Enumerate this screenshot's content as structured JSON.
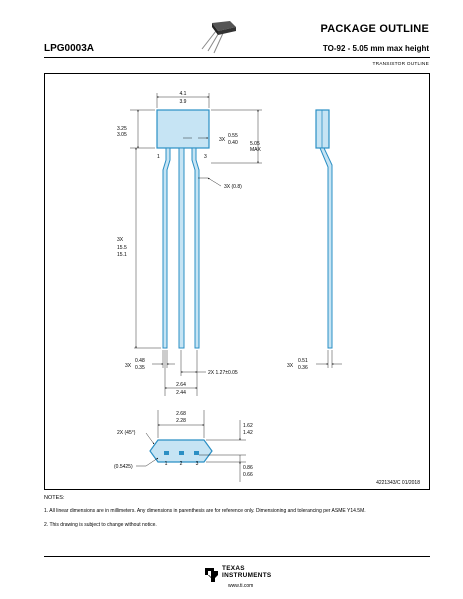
{
  "header": {
    "title": "PACKAGE OUTLINE",
    "code": "LPG0003A",
    "subtitle": "TO-92 - 5.05 mm max height",
    "package_type": "TRANSISTOR OUTLINE"
  },
  "drawing": {
    "front": {
      "width_max": "4.1",
      "width_min": "3.9",
      "body_h_max": "3.25",
      "body_h_min": "3.05",
      "lead_top_prefix": "3X",
      "lead_top_max": "0.55",
      "lead_top_min": "0.40",
      "height_max": "5.05",
      "height_label": "MAX",
      "pin1": "1",
      "pin3": "3",
      "lead_bend": "3X (0.8)",
      "lead_len_prefix": "3X",
      "lead_len_nom": "15.5",
      "lead_len_min": "15.1",
      "lead_w_prefix": "3X",
      "lead_w_max": "0.48",
      "lead_w_min": "0.35",
      "pitch": "2X 1.27±0.05",
      "span_max": "2.64",
      "span_min": "2.44"
    },
    "side": {
      "lead_t_prefix": "3X",
      "lead_t_max": "0.51",
      "lead_t_min": "0.36"
    },
    "bottom": {
      "width_max": "2.68",
      "width_min": "2.28",
      "chamfer": "2X (45°)",
      "height_max": "1.62",
      "height_min": "1.42",
      "radius": "(0.5425)",
      "pins": [
        "1",
        "2",
        "3"
      ],
      "offset_max": "0.86",
      "offset_min": "0.66"
    },
    "doc_number": "4221343/C   01/2018"
  },
  "notes": {
    "title": "NOTES:",
    "items": [
      "1. All linear dimensions are in millimeters. Any dimensions in parenthesis are for reference only. Dimensioning and tolerancing per ASME Y14.5M.",
      "2. This drawing is subject to change without notice."
    ]
  },
  "footer": {
    "company_line1": "TEXAS",
    "company_line2": "INSTRUMENTS",
    "url": "www.ti.com"
  },
  "colors": {
    "outline": "#2b8fc4",
    "fill": "#c6e4f4",
    "ink": "#000000"
  }
}
